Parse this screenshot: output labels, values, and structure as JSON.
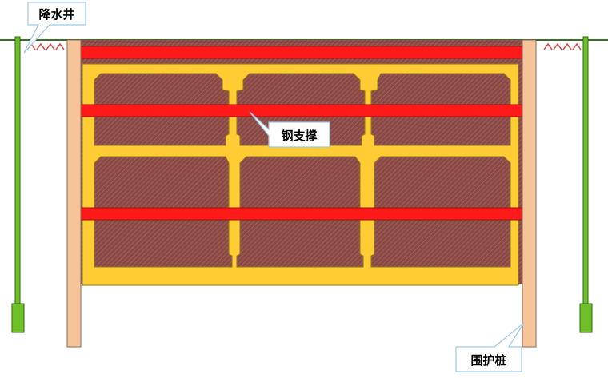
{
  "labels": {
    "dewatering_well": "降水井",
    "steel_strut": "钢支撑",
    "retaining_pile": "围护桩"
  },
  "colors": {
    "ground_line": "#3b6e2a",
    "well": "#6fbf26",
    "well_stroke": "#2f6a10",
    "pile": "#f7c49a",
    "pile_stroke": "#8a6a50",
    "structure": "#ffcc33",
    "soil": "#8b4a46",
    "strut": "#ff1a1a",
    "callout_border": "#9ec8e6",
    "grass_mark": "#d9443a"
  },
  "structure": {
    "bays": 3,
    "levels": 2,
    "strut_count": 3
  }
}
